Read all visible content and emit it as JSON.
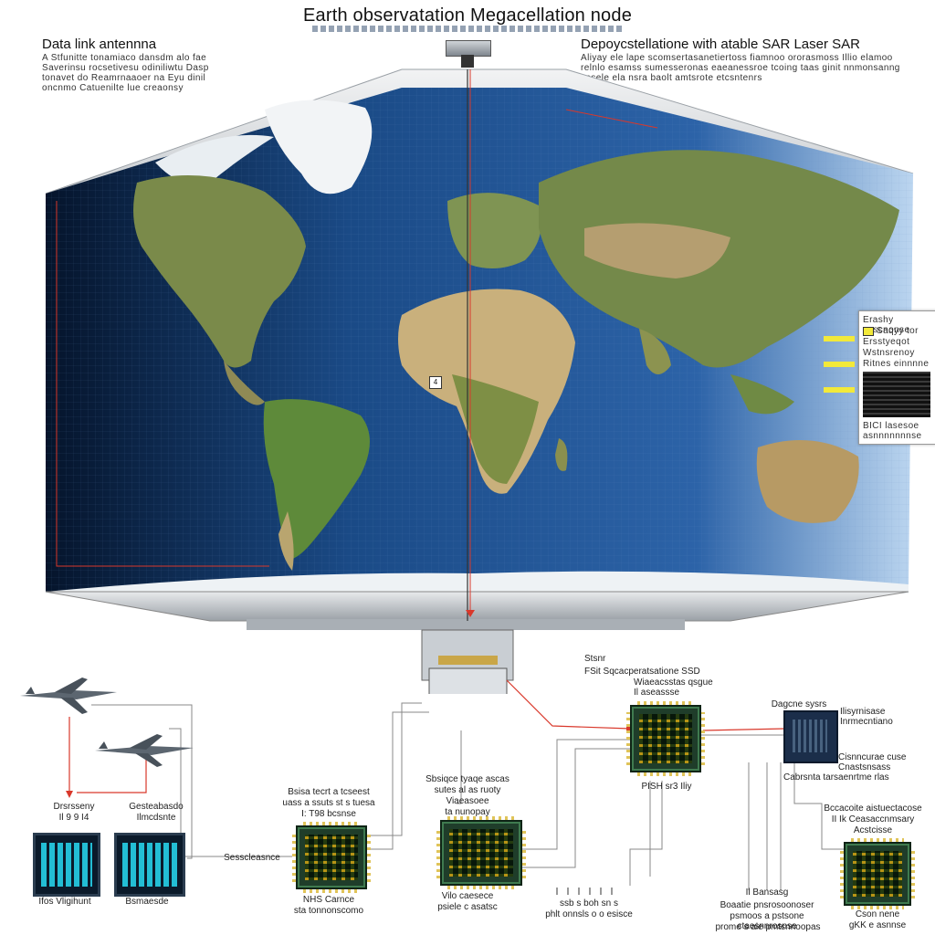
{
  "header": {
    "title": "Earth observatation   Megacellation node",
    "left_heading": "Data link antennna",
    "left_caption": "A Stfunitte tonamiaco dansdm alo fae Saverinsu rocsetivesu odiniliwtu Dasp tonavet do Reamrnaaoer na Eyu dinil oncnmo Catuenilte lue creaonsy",
    "right_heading": "Depoycstellatione  with atable SAR Laser SAR",
    "right_caption": "Aliyay ele lape scomsertasanetiertoss fiamnoo ororasmoss Illio elamoo relnlo esamss sumesseronas eaeanessroe tcoing taas ginit nnmonsanng cosele ela nsra baolt amtsrote etcsntenrs"
  },
  "map_marker": "4",
  "legend": {
    "heading": "Erashy sascnonse",
    "item1": "Saqyy tor",
    "item2": "Ersstyeqot",
    "item3": "Wstnsrenoy",
    "item4": "Ritnes einnnne",
    "footer": "BICI lasesoe asnnnnnnnse"
  },
  "labels": {
    "sar_top": "Stsnr",
    "sar_main": "FSit Sqcacperatsatione SSD",
    "sar_sub": "Wiaeacsstas qsgue Il aseassse",
    "module_right_top": "Dagcne sysrs",
    "module_right_side": "Ilisyrnisase Inrmecntiano",
    "module_right_bottom": "Cisnncurae cuse Cnastsnsass",
    "module_right_bottom2": "Cabrsnta tarsaenrtme rlas",
    "chip_mid_right_caption": "PISH sr3   Iliy",
    "drone_label_1": "Drsrsseny",
    "drone_value_1": "Il 9 9 I4",
    "drone_label_2": "Gesteabasdo",
    "drone_value_2": "Ilmcdsnte",
    "screen1_caption": "Ifos Vligihunt",
    "screen2_caption": "Bsmaesde",
    "link_label": "Sesscleasnce",
    "chip_a_title": "Bsisa tecrt a tcseest",
    "chip_a_sub": "uass a ssuts st s tuesa",
    "chip_a_sub2": "I: T98 bcsnse",
    "chip_a_caption": "NHS Carnce",
    "chip_a_caption2": "sta tonnonscomo",
    "chip_b_title": "Sbsiqce tyaqe ascas",
    "chip_b_sub": "sutes al as ruoty",
    "chip_b_sub2": "Viaeasoee",
    "chip_b_sub3": "ta nunopay",
    "chip_b_caption": "Vilo caesece",
    "chip_b_caption2": "psiele c asatsc",
    "center_bottom": "ssb s boh sn s",
    "center_bottom2": "phlt onnsls o o esisce",
    "right_mid_title": "Bccacoite aistuectacose",
    "right_mid_sub": "II Ik Ceasaccnmsary",
    "right_mid_sub2": "Acstcisse",
    "bottom_right_1": "Il Bansasg",
    "bottom_right_2": "Boaatie pnsrosoonoser",
    "bottom_right_3": "psmoos a pstsone ctaesnnrosnse",
    "bottom_right_4": "prome s aie pmtsnnoopas",
    "far_right_caption": "Cson nene",
    "far_right_caption2": "gKK e asnnse"
  },
  "colors": {
    "ocean": "#1d4f8c",
    "link_red": "#d9382b",
    "leader_yellow": "#f2e93a",
    "chip_green": "#1f3d2a",
    "screen_cyan": "#26d0e8"
  }
}
